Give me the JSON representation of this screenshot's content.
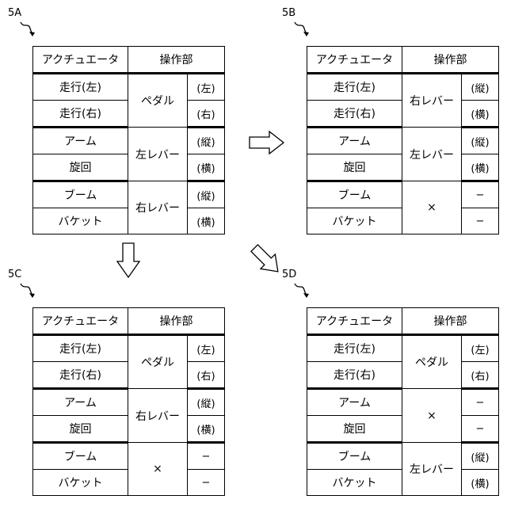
{
  "header": {
    "actuator": "アクチュエータ",
    "operation": "操作部"
  },
  "actuators": [
    "走行(左)",
    "走行(右)",
    "アーム",
    "旋回",
    "ブーム",
    "バケット"
  ],
  "tables": [
    {
      "label": "5A",
      "groups": [
        {
          "control": "ペダル",
          "dirs": [
            "(左)",
            "(右)"
          ]
        },
        {
          "control": "左レバー",
          "dirs": [
            "(縦)",
            "(横)"
          ]
        },
        {
          "control": "右レバー",
          "dirs": [
            "(縦)",
            "(横)"
          ]
        }
      ]
    },
    {
      "label": "5B",
      "groups": [
        {
          "control": "右レバー",
          "dirs": [
            "(縦)",
            "(横)"
          ]
        },
        {
          "control": "左レバー",
          "dirs": [
            "(縦)",
            "(横)"
          ]
        },
        {
          "control": "×",
          "dirs": [
            "−",
            "−"
          ]
        }
      ]
    },
    {
      "label": "5C",
      "groups": [
        {
          "control": "ペダル",
          "dirs": [
            "(左)",
            "(右)"
          ]
        },
        {
          "control": "右レバー",
          "dirs": [
            "(縦)",
            "(横)"
          ]
        },
        {
          "control": "×",
          "dirs": [
            "−",
            "−"
          ]
        }
      ]
    },
    {
      "label": "5D",
      "groups": [
        {
          "control": "ペダル",
          "dirs": [
            "(左)",
            "(右)"
          ]
        },
        {
          "control": "×",
          "dirs": [
            "−",
            "−"
          ]
        },
        {
          "control": "左レバー",
          "dirs": [
            "(縦)",
            "(横)"
          ]
        }
      ]
    }
  ]
}
